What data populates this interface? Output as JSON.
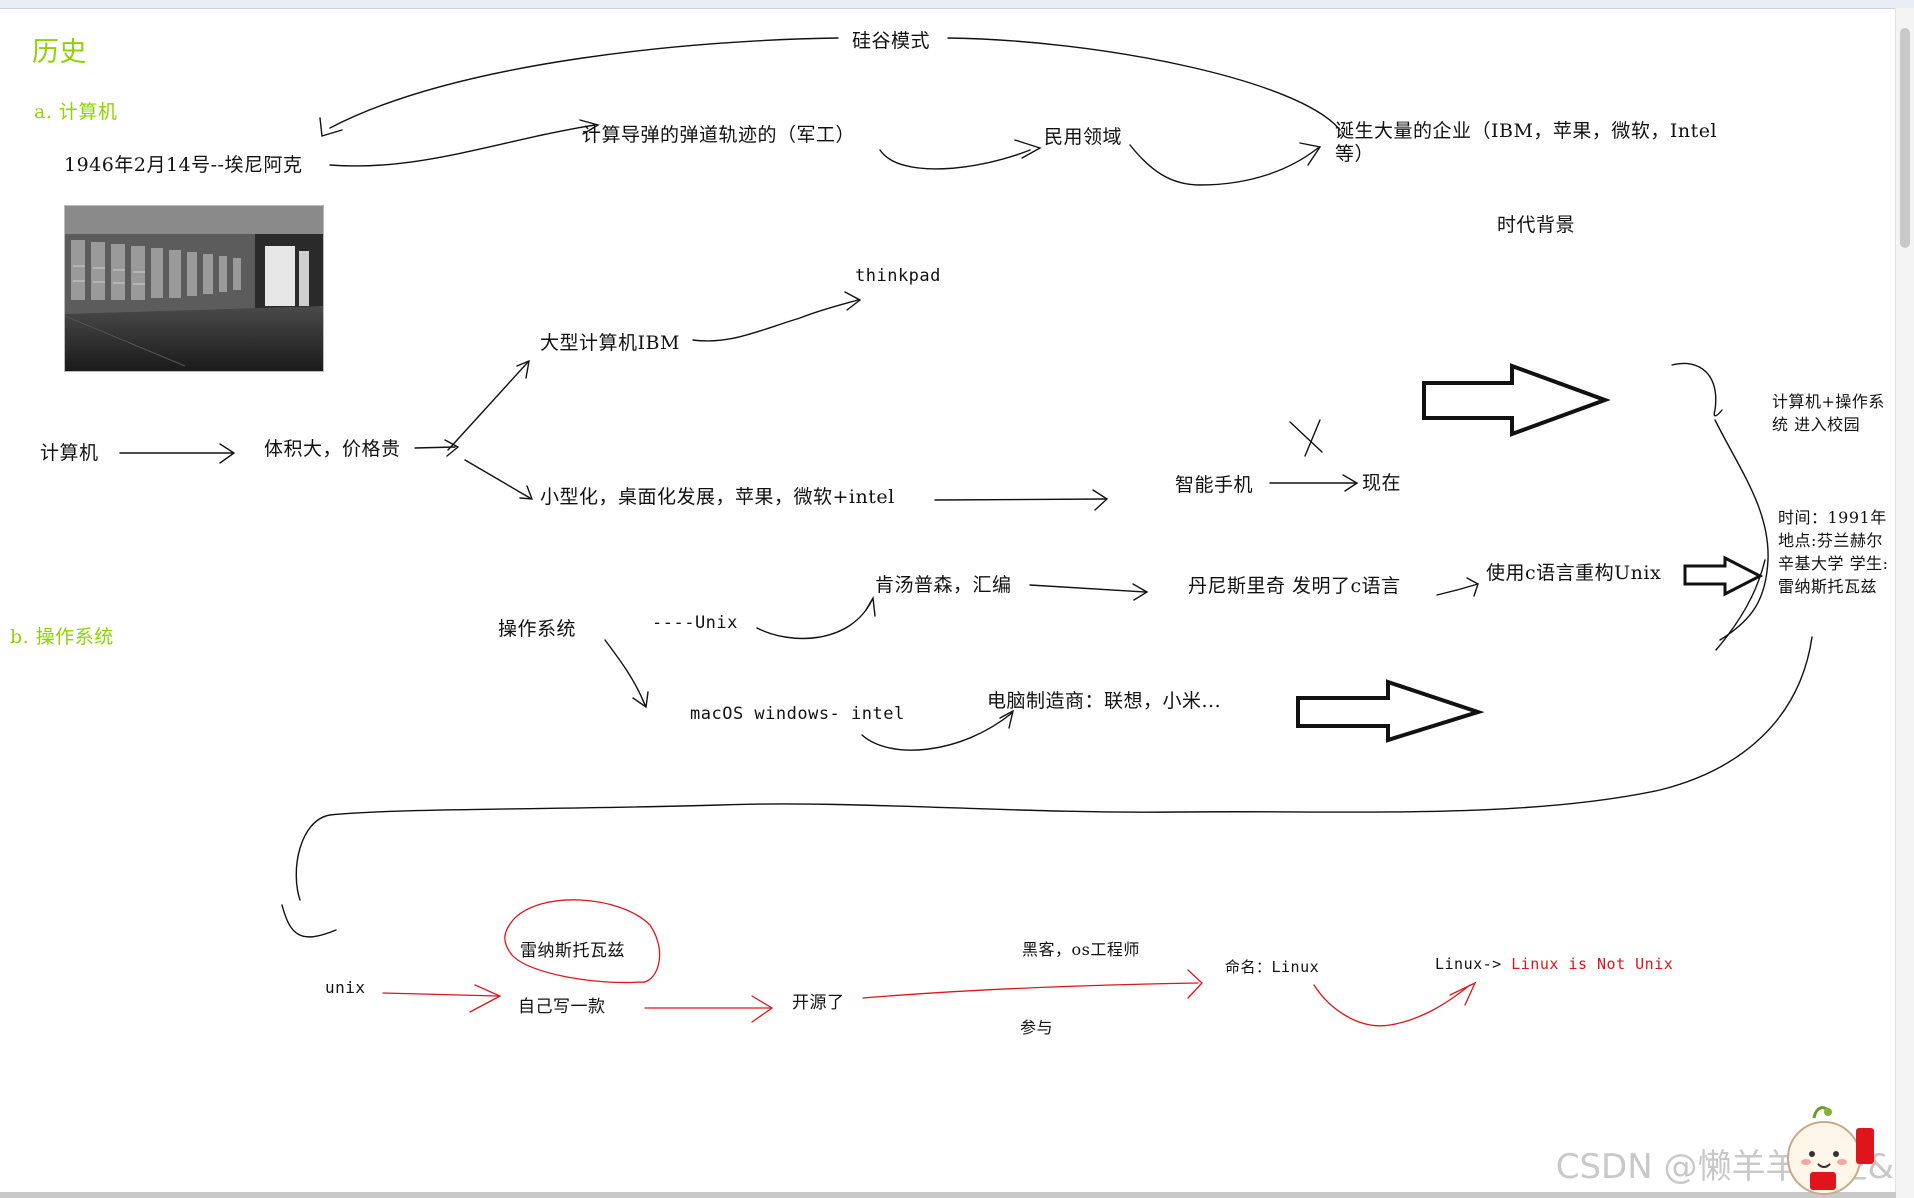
{
  "section_title": "历史",
  "sub_a": "a. 计算机",
  "sub_b": "b. 操作系统",
  "nodes": {
    "silicon_valley": "硅谷模式",
    "eniac_date": "1946年2月14号--埃尼阿克",
    "ballistics": "计算导弹的弹道轨迹的（军工）",
    "civil": "民用领域",
    "companies": "诞生大量的企业（IBM，苹果，微软，Intel等）",
    "era_background": "时代背景",
    "thinkpad": "thinkpad",
    "ibm_mainframe": "大型计算机IBM",
    "computer": "计算机",
    "bulky_expensive": "体积大，价格贵",
    "miniaturization": "小型化，桌面化发展，苹果，微软+intel",
    "smartphone": "智能手机",
    "now": "现在",
    "campus": "计算机+操作系统 进入校园",
    "who_when": "时间：1991年 地点:芬兰赫尔辛基大学 学生:雷纳斯托瓦兹",
    "os": "操作系统",
    "unix_dash": "----Unix",
    "ken_thompson": "肯汤普森，汇编",
    "dennis_ritchie": "丹尼斯里奇 发明了c语言",
    "rewrite_unix": "使用c语言重构Unix",
    "macos_windows": "macOS windows- intel",
    "pc_makers": "电脑制造商：联想，小米...",
    "unix": "unix",
    "linus": "雷纳斯托瓦兹",
    "write_own": "自己写一款",
    "open_source": "开源了",
    "hackers": "黑客，os工程师",
    "participate": "参与",
    "naming": "命名：Linux",
    "linux_prefix": "Linux->",
    "linux_word": "Linux",
    "linux_is": "is",
    "linux_not": "Not",
    "linux_unix": "Unix"
  },
  "photo_caption": "",
  "watermark": "CSDN @懒羊羊大王&",
  "colors": {
    "green": "#8fd400",
    "red": "#e0151b",
    "ink": "#111111"
  }
}
